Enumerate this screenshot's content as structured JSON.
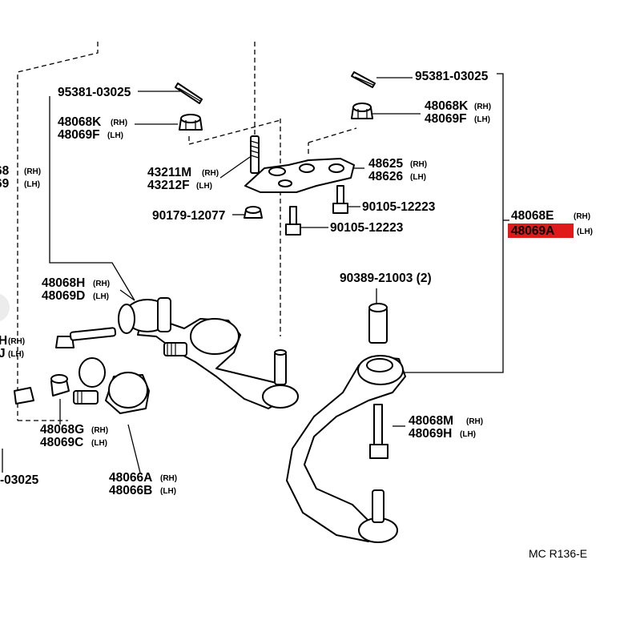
{
  "labels": {
    "p95381_left": "95381-03025",
    "p48068k_left": "48068K",
    "p48069f_left": "48069F",
    "p43211m": "43211M",
    "p43212f": "43212F",
    "p48625": "48625",
    "p48626": "48626",
    "p90105_a": "90105-12223",
    "p90105_b": "90105-12223",
    "p90179": "90179-12077",
    "p95381_right": "95381-03025",
    "p48068k_right": "48068K",
    "p48069f_right": "48069F",
    "p48068e": "48068E",
    "p48069a": "48069A",
    "p90389": "90389-21003 (2)",
    "p48068h": "48068H",
    "p48069d": "48069D",
    "p48068m": "48068M",
    "p48069h_right": "48069H",
    "p48068g": "48068G",
    "p48069c": "48069C",
    "p48066a": "48066A",
    "p48066b": "48066B",
    "edge_68": "68",
    "edge_69": "69",
    "edge_h": "H",
    "edge_j": "J",
    "edge_03025": "-03025",
    "diagram_code": "MC R136-E"
  },
  "sides": {
    "rh": "(RH)",
    "lh": "(LH)"
  },
  "highlight_color": "#e0191b"
}
